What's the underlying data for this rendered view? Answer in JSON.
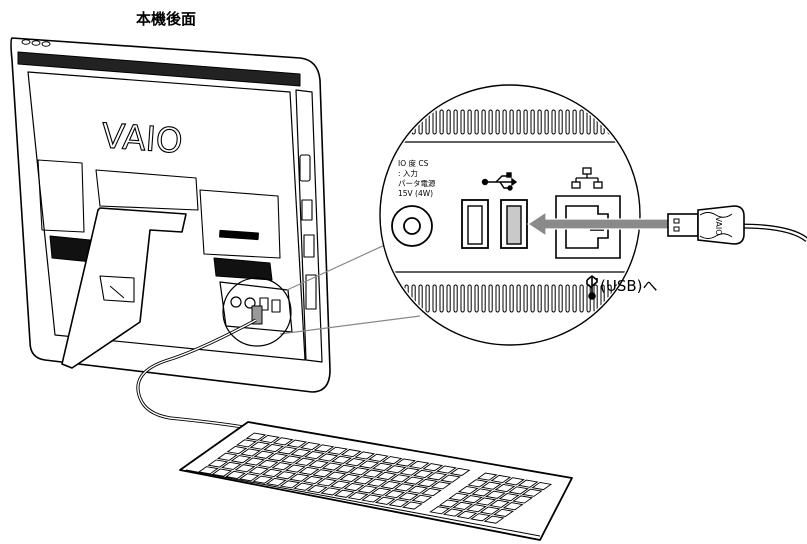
{
  "caption": "本機後面",
  "logo_text": "VAIO",
  "zoom": {
    "dc_label_lines": [
      "IO 度 CS",
      ": 入力",
      "パータ電源",
      "15V (4W)"
    ],
    "usb_symbol": "usb-icon",
    "lan_symbol": "lan-icon",
    "highlight_port_fill": "#c9c9c9"
  },
  "connector_label": "(USB)へ",
  "colors": {
    "line": "#000000",
    "arrow": "#8a8a8a",
    "port_fill": "#c9c9c9",
    "background": "#ffffff"
  }
}
